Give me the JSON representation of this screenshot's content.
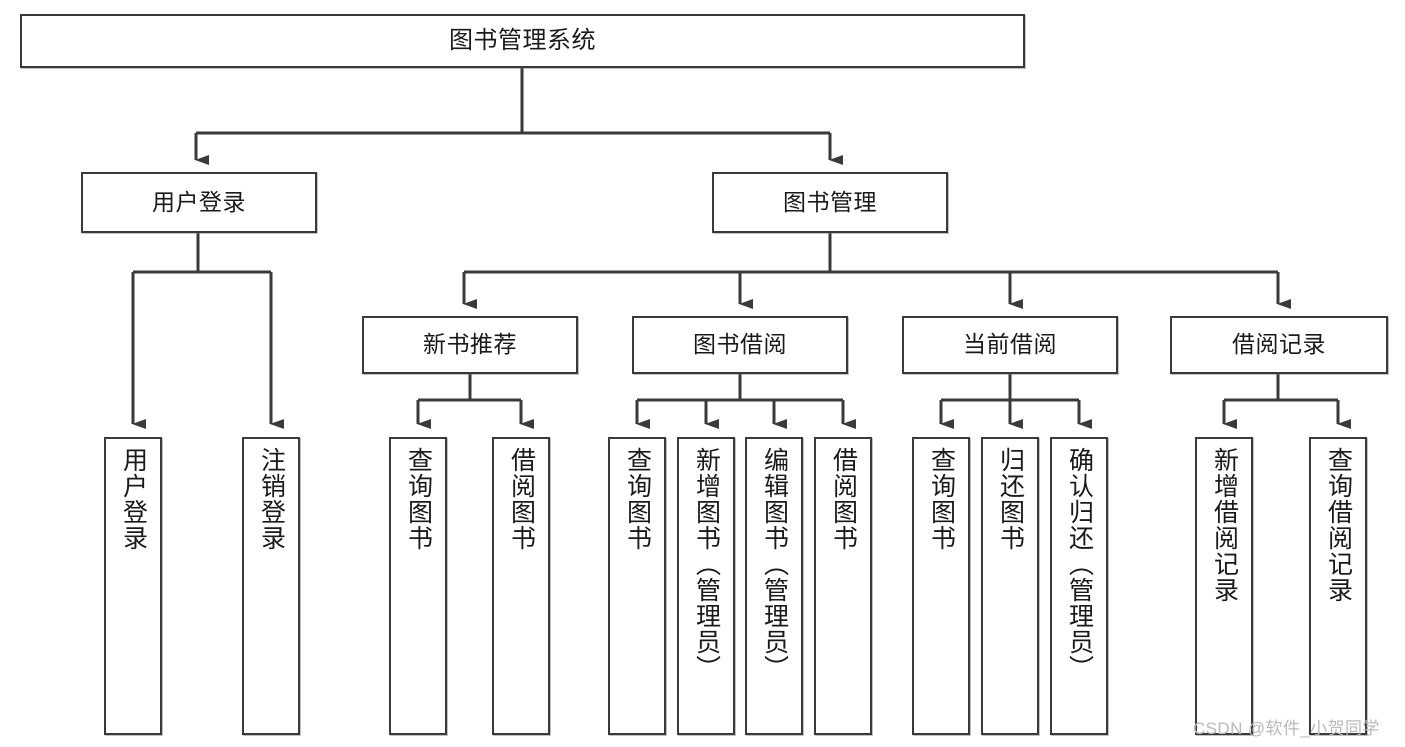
{
  "diagram": {
    "type": "tree-hierarchy-chart",
    "root": {
      "id": "root",
      "label": "图书管理系统"
    },
    "level2": [
      {
        "id": "user-login",
        "label": "用户登录"
      },
      {
        "id": "book-manage",
        "label": "图书管理"
      }
    ],
    "level3": [
      {
        "id": "new-book-rec",
        "label": "新书推荐",
        "parent": "book-manage"
      },
      {
        "id": "book-borrow",
        "label": "图书借阅",
        "parent": "book-manage"
      },
      {
        "id": "current-borrow",
        "label": "当前借阅",
        "parent": "book-manage"
      },
      {
        "id": "borrow-record",
        "label": "借阅记录",
        "parent": "book-manage"
      }
    ],
    "leaves": [
      {
        "id": "leaf-user-login",
        "label": "用户登录",
        "parent": "user-login"
      },
      {
        "id": "leaf-logout",
        "label": "注销登录",
        "parent": "user-login"
      },
      {
        "id": "leaf-query-book-1",
        "label": "查询图书",
        "parent": "new-book-rec"
      },
      {
        "id": "leaf-borrow-book-1",
        "label": "借阅图书",
        "parent": "new-book-rec"
      },
      {
        "id": "leaf-query-book-2",
        "label": "查询图书",
        "parent": "book-borrow"
      },
      {
        "id": "leaf-add-book",
        "label": "新增图书（管理员）",
        "parent": "book-borrow"
      },
      {
        "id": "leaf-edit-book",
        "label": "编辑图书（管理员）",
        "parent": "book-borrow"
      },
      {
        "id": "leaf-borrow-book-2",
        "label": "借阅图书",
        "parent": "book-borrow"
      },
      {
        "id": "leaf-query-book-3",
        "label": "查询图书",
        "parent": "current-borrow"
      },
      {
        "id": "leaf-return-book",
        "label": "归还图书",
        "parent": "current-borrow"
      },
      {
        "id": "leaf-confirm-return",
        "label": "确认归还（管理员）",
        "parent": "current-borrow"
      },
      {
        "id": "leaf-add-record",
        "label": "新增借阅记录",
        "parent": "borrow-record"
      },
      {
        "id": "leaf-query-record",
        "label": "查询借阅记录",
        "parent": "borrow-record"
      }
    ]
  },
  "watermark": {
    "text": "CSDN @软件_小贺同学"
  },
  "colors": {
    "stroke": "#3a3a3a",
    "background": "#ffffff",
    "text": "#1a1a1a",
    "watermark": "#b9b9b9"
  }
}
